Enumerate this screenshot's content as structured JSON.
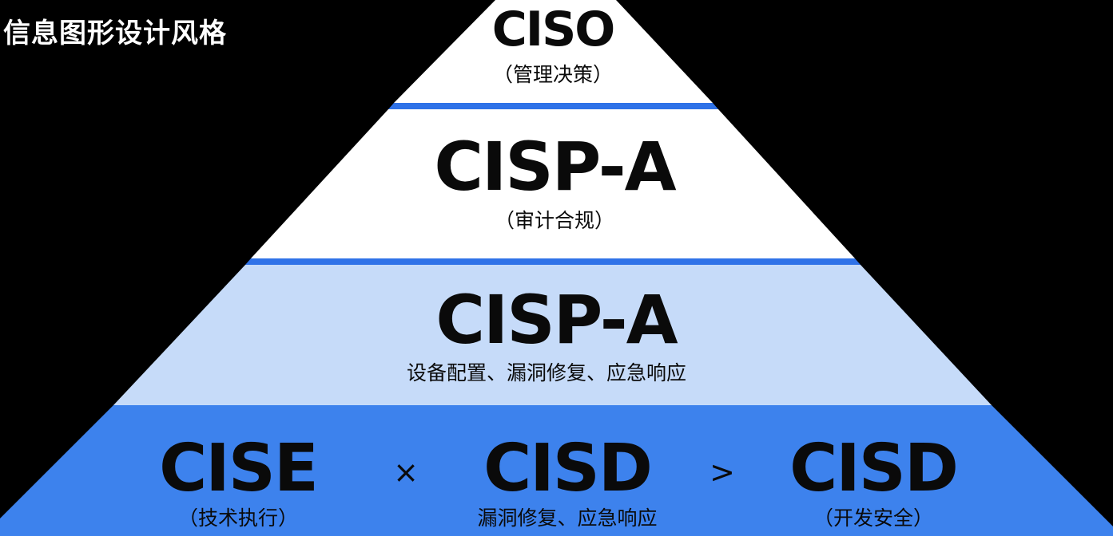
{
  "page_title": "信息图形设计风格",
  "colors": {
    "background": "#000000",
    "tier1_fill": "#ffffff",
    "tier2_fill": "#ffffff",
    "tier3_fill": "#c6dbf9",
    "tier4_fill": "#3d82ed",
    "divider": "#2f72e8",
    "text": "#0a0a0a"
  },
  "tiers": [
    {
      "title": "CISO",
      "subtitle": "（管理决策）"
    },
    {
      "title": "CISP-A",
      "subtitle": "（审计合规）"
    },
    {
      "title": "CISP-A",
      "subtitle": "设备配置、漏洞修复、应急响应"
    }
  ],
  "base": {
    "items": [
      {
        "title": "CISE",
        "subtitle": "（技术执行）"
      },
      {
        "title": "CISD",
        "subtitle": "漏洞修复、应急响应"
      },
      {
        "title": "CISD",
        "subtitle": "（开发安全）"
      }
    ],
    "separators": [
      "×",
      ">"
    ]
  }
}
